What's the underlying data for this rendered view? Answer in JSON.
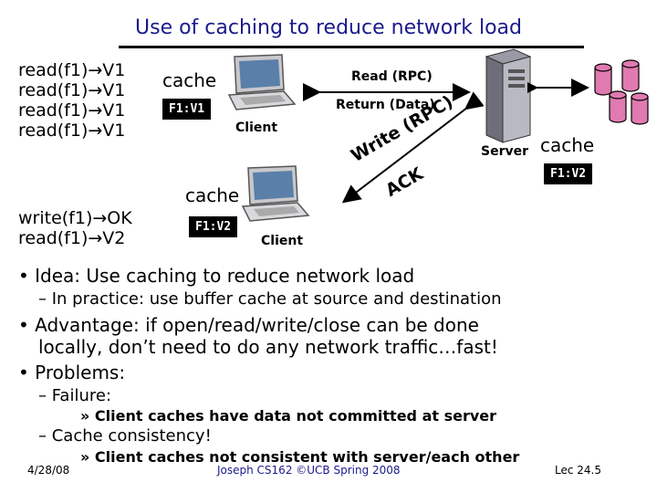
{
  "slide": {
    "title": "Use of caching to reduce network load",
    "left_ops_top": [
      "read(f1)→V1",
      "read(f1)→V1",
      "read(f1)→V1",
      "read(f1)→V1"
    ],
    "left_ops_bottom": [
      "write(f1)→OK",
      "read(f1)→V2"
    ],
    "client1": {
      "cache_label": "cache",
      "cache_value": "F1:V1",
      "label": "Client"
    },
    "client2": {
      "cache_label": "cache",
      "cache_value": "F1:V2",
      "label": "Client"
    },
    "server": {
      "label": "Server",
      "cache_label": "cache",
      "cache_value": "F1:V2"
    },
    "arrows": {
      "read": "Read (RPC)",
      "return": "Return (Data)",
      "write": "Write (RPC)",
      "ack": "ACK"
    },
    "bullets": {
      "b1": "• Idea: Use caching to reduce network load",
      "b1_sub": "– In practice: use buffer cache at source and destination",
      "b2_line1": "• Advantage: if open/read/write/close can be done",
      "b2_line2": "locally, don’t need to do any network traffic…fast!",
      "b3": "• Problems:",
      "b3_sub1": "– Failure:",
      "b3_sub1_detail": "» Client caches have data not committed at server",
      "b3_sub2": "– Cache consistency!",
      "b3_sub2_detail": "» Client caches not consistent with server/each other"
    },
    "footer": {
      "date": "4/28/08",
      "credit": "Joseph CS162 ©UCB Spring 2008",
      "lecture": "Lec 24.5"
    }
  }
}
